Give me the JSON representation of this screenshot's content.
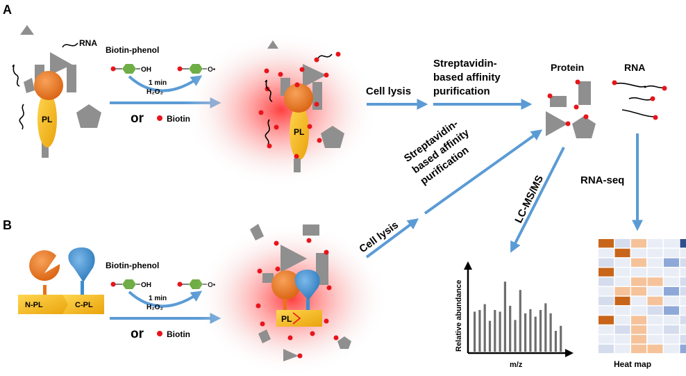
{
  "panels": {
    "a": "A",
    "b": "B"
  },
  "labels": {
    "rna_top": "RNA",
    "biotin_phenol": "Biotin-phenol",
    "oh": "OH",
    "o_rad": "O•",
    "one_min": "1 min",
    "h2o2": "H₂O₂",
    "or": "or",
    "biotin": "Biotin",
    "pl": "PL",
    "n_pl": "N-PL",
    "c_pl": "C-PL",
    "cell_lysis": "Cell lysis",
    "strep_line1": "Streptavidin-",
    "strep_line2": "based affinity",
    "strep_line3": "purification",
    "protein": "Protein",
    "rna_right": "RNA",
    "lcmsms": "LC-MS/MS",
    "rnaseq": "RNA-seq",
    "relative_abundance": "Relative abundance",
    "mz": "m/z",
    "heat_map": "Heat map"
  },
  "spectrum": {
    "peaks": [
      0.48,
      0.5,
      0.57,
      0.37,
      0.5,
      0.48,
      0.84,
      0.55,
      0.38,
      0.74,
      0.46,
      0.51,
      0.42,
      0.5,
      0.58,
      0.46,
      0.25,
      0.31
    ]
  },
  "heatmap": {
    "rows": [
      [
        "o",
        "l",
        "p",
        "x",
        "x",
        "n"
      ],
      [
        "x",
        "o",
        "x",
        "x",
        "x",
        "x"
      ],
      [
        "l",
        "x",
        "p",
        "x",
        "b",
        "l"
      ],
      [
        "o",
        "x",
        "x",
        "x",
        "x",
        "x"
      ],
      [
        "l",
        "x",
        "p",
        "p",
        "x",
        "l"
      ],
      [
        "x",
        "p",
        "p",
        "x",
        "b",
        "l"
      ],
      [
        "l",
        "o",
        "x",
        "p",
        "x",
        "x"
      ],
      [
        "x",
        "x",
        "x",
        "l",
        "b",
        "x"
      ],
      [
        "o",
        "x",
        "p",
        "x",
        "x",
        "l"
      ],
      [
        "x",
        "l",
        "p",
        "x",
        "l",
        "x"
      ],
      [
        "x",
        "x",
        "p",
        "x",
        "x",
        "l"
      ],
      [
        "l",
        "x",
        "p",
        "p",
        "x",
        "b"
      ]
    ],
    "colors": {
      "o": "#c8651a",
      "p": "#f5c29a",
      "l": "#d5dcee",
      "b": "#8ea9d8",
      "n": "#2e4f8f",
      "x": "#e9edf6"
    }
  },
  "colors": {
    "arrow": "#5b9bd5",
    "orange": "#e8731b",
    "yellow": "#f3bb18",
    "blue": "#3d8ed0",
    "gray": "#8f8f8f",
    "red": "#e8141b",
    "green": "#6fad46"
  }
}
